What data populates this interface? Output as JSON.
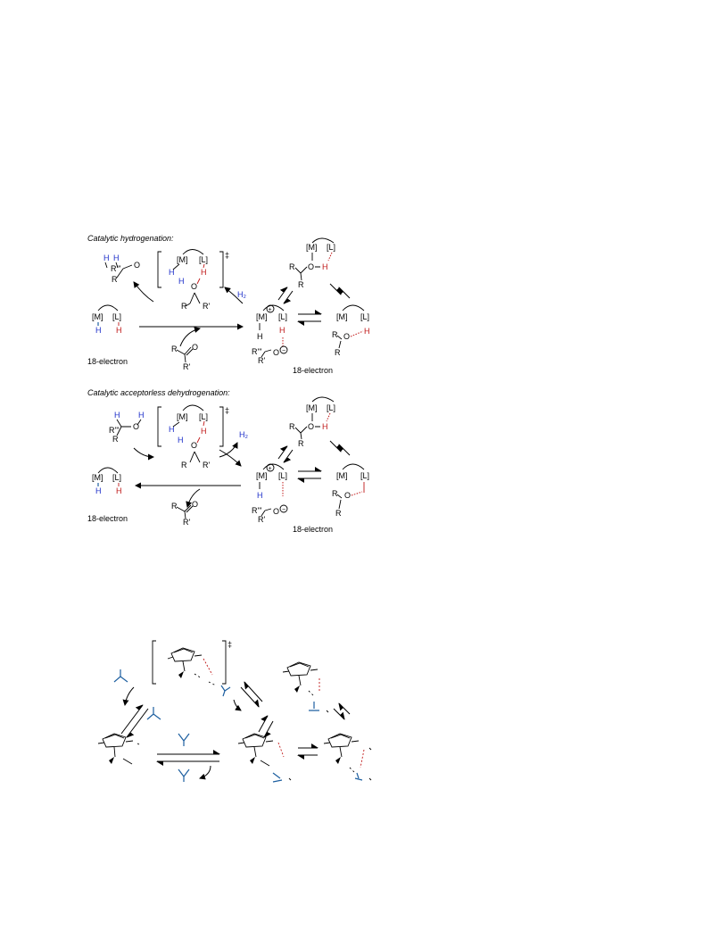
{
  "scheme1": {
    "title": "Catalytic hydrogenation:",
    "metal": "[M]",
    "ligand": "[L]",
    "h": "H",
    "o": "O",
    "r": "R",
    "r_prime": "R'",
    "r_triple_prime": "R'''",
    "dagger": "‡",
    "h2": "H₂",
    "label_18e_left": "18-electron",
    "label_18e_right": "18-electron",
    "plus": "+",
    "minus": "−"
  },
  "scheme2": {
    "title": "Catalytic acceptorless dehydrogenation:",
    "metal": "[M]",
    "ligand": "[L]",
    "h": "H",
    "o": "O",
    "r": "R",
    "r_prime": "R'",
    "r_triple_prime": "R'''",
    "dagger": "‡",
    "h2": "H₂",
    "label_18e_left": "18-electron",
    "label_18e_right": "18-electron"
  },
  "scheme3": {
    "dagger": "‡"
  },
  "colors": {
    "hydride_blue": "#1d2fc9",
    "proton_red": "#c01818",
    "substrate_blue": "#1d5fa0"
  }
}
